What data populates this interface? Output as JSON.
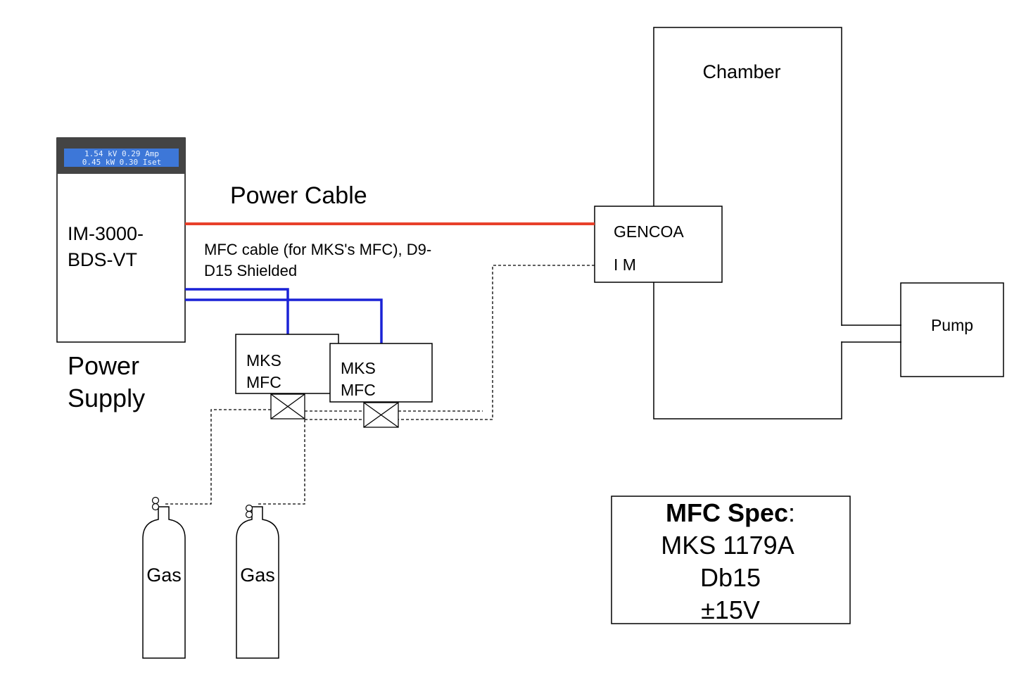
{
  "power_supply": {
    "display_line1": "1.54 kV  0.29 Amp",
    "display_line2": "0.45 kW  0.30 Iset",
    "model_line1": "IM-3000-",
    "model_line2": "BDS-VT",
    "caption_line1": "Power",
    "caption_line2": "Supply"
  },
  "power_cable_label": "Power Cable",
  "mfc_cable_label_line1": "MFC cable (for MKS's MFC), D9-",
  "mfc_cable_label_line2": "D15 Shielded",
  "gencoa": {
    "line1": "GENCOA",
    "line2": "I M"
  },
  "chamber_label": "Chamber",
  "pump_label": "Pump",
  "mfcs": [
    {
      "line1": "MKS",
      "line2": "MFC"
    },
    {
      "line1": "MKS",
      "line2": "MFC"
    }
  ],
  "gas_cylinders": [
    {
      "label": "Gas"
    },
    {
      "label": "Gas"
    }
  ],
  "spec_box": {
    "title": "MFC Spec",
    "colon": ":",
    "line1": "MKS 1179A",
    "line2": "Db15",
    "line3": "±15V"
  },
  "colors": {
    "power_cable": "#e8402a",
    "mfc_cable": "#1a22d6",
    "display_bg": "#3d77d8",
    "display_bezel": "#444444"
  }
}
